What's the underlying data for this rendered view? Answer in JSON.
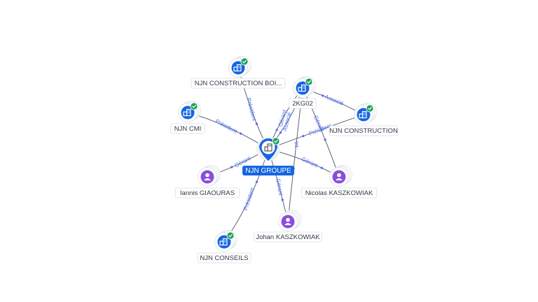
{
  "graph": {
    "nodes": [
      {
        "id": "njn-groupe",
        "label": "NJN GROUPE",
        "type": "company-center",
        "verified": true
      },
      {
        "id": "njn-construction-bois",
        "label": "NJN CONSTRUCTION BOI...",
        "type": "company",
        "verified": true
      },
      {
        "id": "2kg02",
        "label": "2KG02",
        "type": "company",
        "verified": true
      },
      {
        "id": "njn-cmi",
        "label": "NJN CMI",
        "type": "company",
        "verified": true
      },
      {
        "id": "njn-construction",
        "label": "NJN CONSTRUCTION",
        "type": "company",
        "verified": true
      },
      {
        "id": "iannis-giaouras",
        "label": "Iannis GIAOURAS",
        "type": "person",
        "verified": false
      },
      {
        "id": "nicolas-kaszkowiak",
        "label": "Nicolas KASZKOWIAK",
        "type": "person",
        "verified": false
      },
      {
        "id": "johan-kaszkowiak",
        "label": "Johan KASZKOWIAK",
        "type": "person",
        "verified": false
      },
      {
        "id": "njn-conseils",
        "label": "NJN CONSEILS",
        "type": "company",
        "verified": true
      }
    ],
    "edges": [
      {
        "id": "e1",
        "from": "njn-groupe",
        "to": "njn-construction-bois",
        "label": "Président"
      },
      {
        "id": "e2",
        "from": "njn-groupe",
        "to": "2kg02",
        "label": "Gérant"
      },
      {
        "id": "e3",
        "from": "njn-groupe",
        "to": "2kg02",
        "label": "Associé"
      },
      {
        "id": "e4",
        "from": "njn-groupe",
        "to": "njn-cmi",
        "label": "Président"
      },
      {
        "id": "e5",
        "from": "njn-groupe",
        "to": "njn-construction",
        "label": "Président"
      },
      {
        "id": "e6",
        "from": "2kg02",
        "to": "njn-construction",
        "label": "Associé"
      },
      {
        "id": "e7",
        "from": "iannis-giaouras",
        "to": "njn-groupe",
        "label": "Gérant"
      },
      {
        "id": "e8",
        "from": "nicolas-kaszkowiak",
        "to": "njn-groupe",
        "label": "Gérant"
      },
      {
        "id": "e9",
        "from": "njn-groupe",
        "to": "njn-conseils",
        "label": "Président"
      },
      {
        "id": "e10",
        "from": "johan-kaszkowiak",
        "to": "njn-groupe",
        "label": "Gérant"
      },
      {
        "id": "e11",
        "from": "johan-kaszkowiak",
        "to": "2kg02",
        "label": "Int"
      },
      {
        "id": "e12",
        "from": "nicolas-kaszkowiak",
        "to": "2kg02",
        "label": "Gérant"
      }
    ]
  },
  "colors": {
    "company": "#1565e0",
    "person": "#8a4fd8",
    "verified": "#1e9e5a",
    "edge": "#5b6478",
    "edge_label": "#4a6cf7"
  },
  "icons": {
    "company": "building-icon",
    "person": "person-icon",
    "verified": "check-badge-icon"
  }
}
